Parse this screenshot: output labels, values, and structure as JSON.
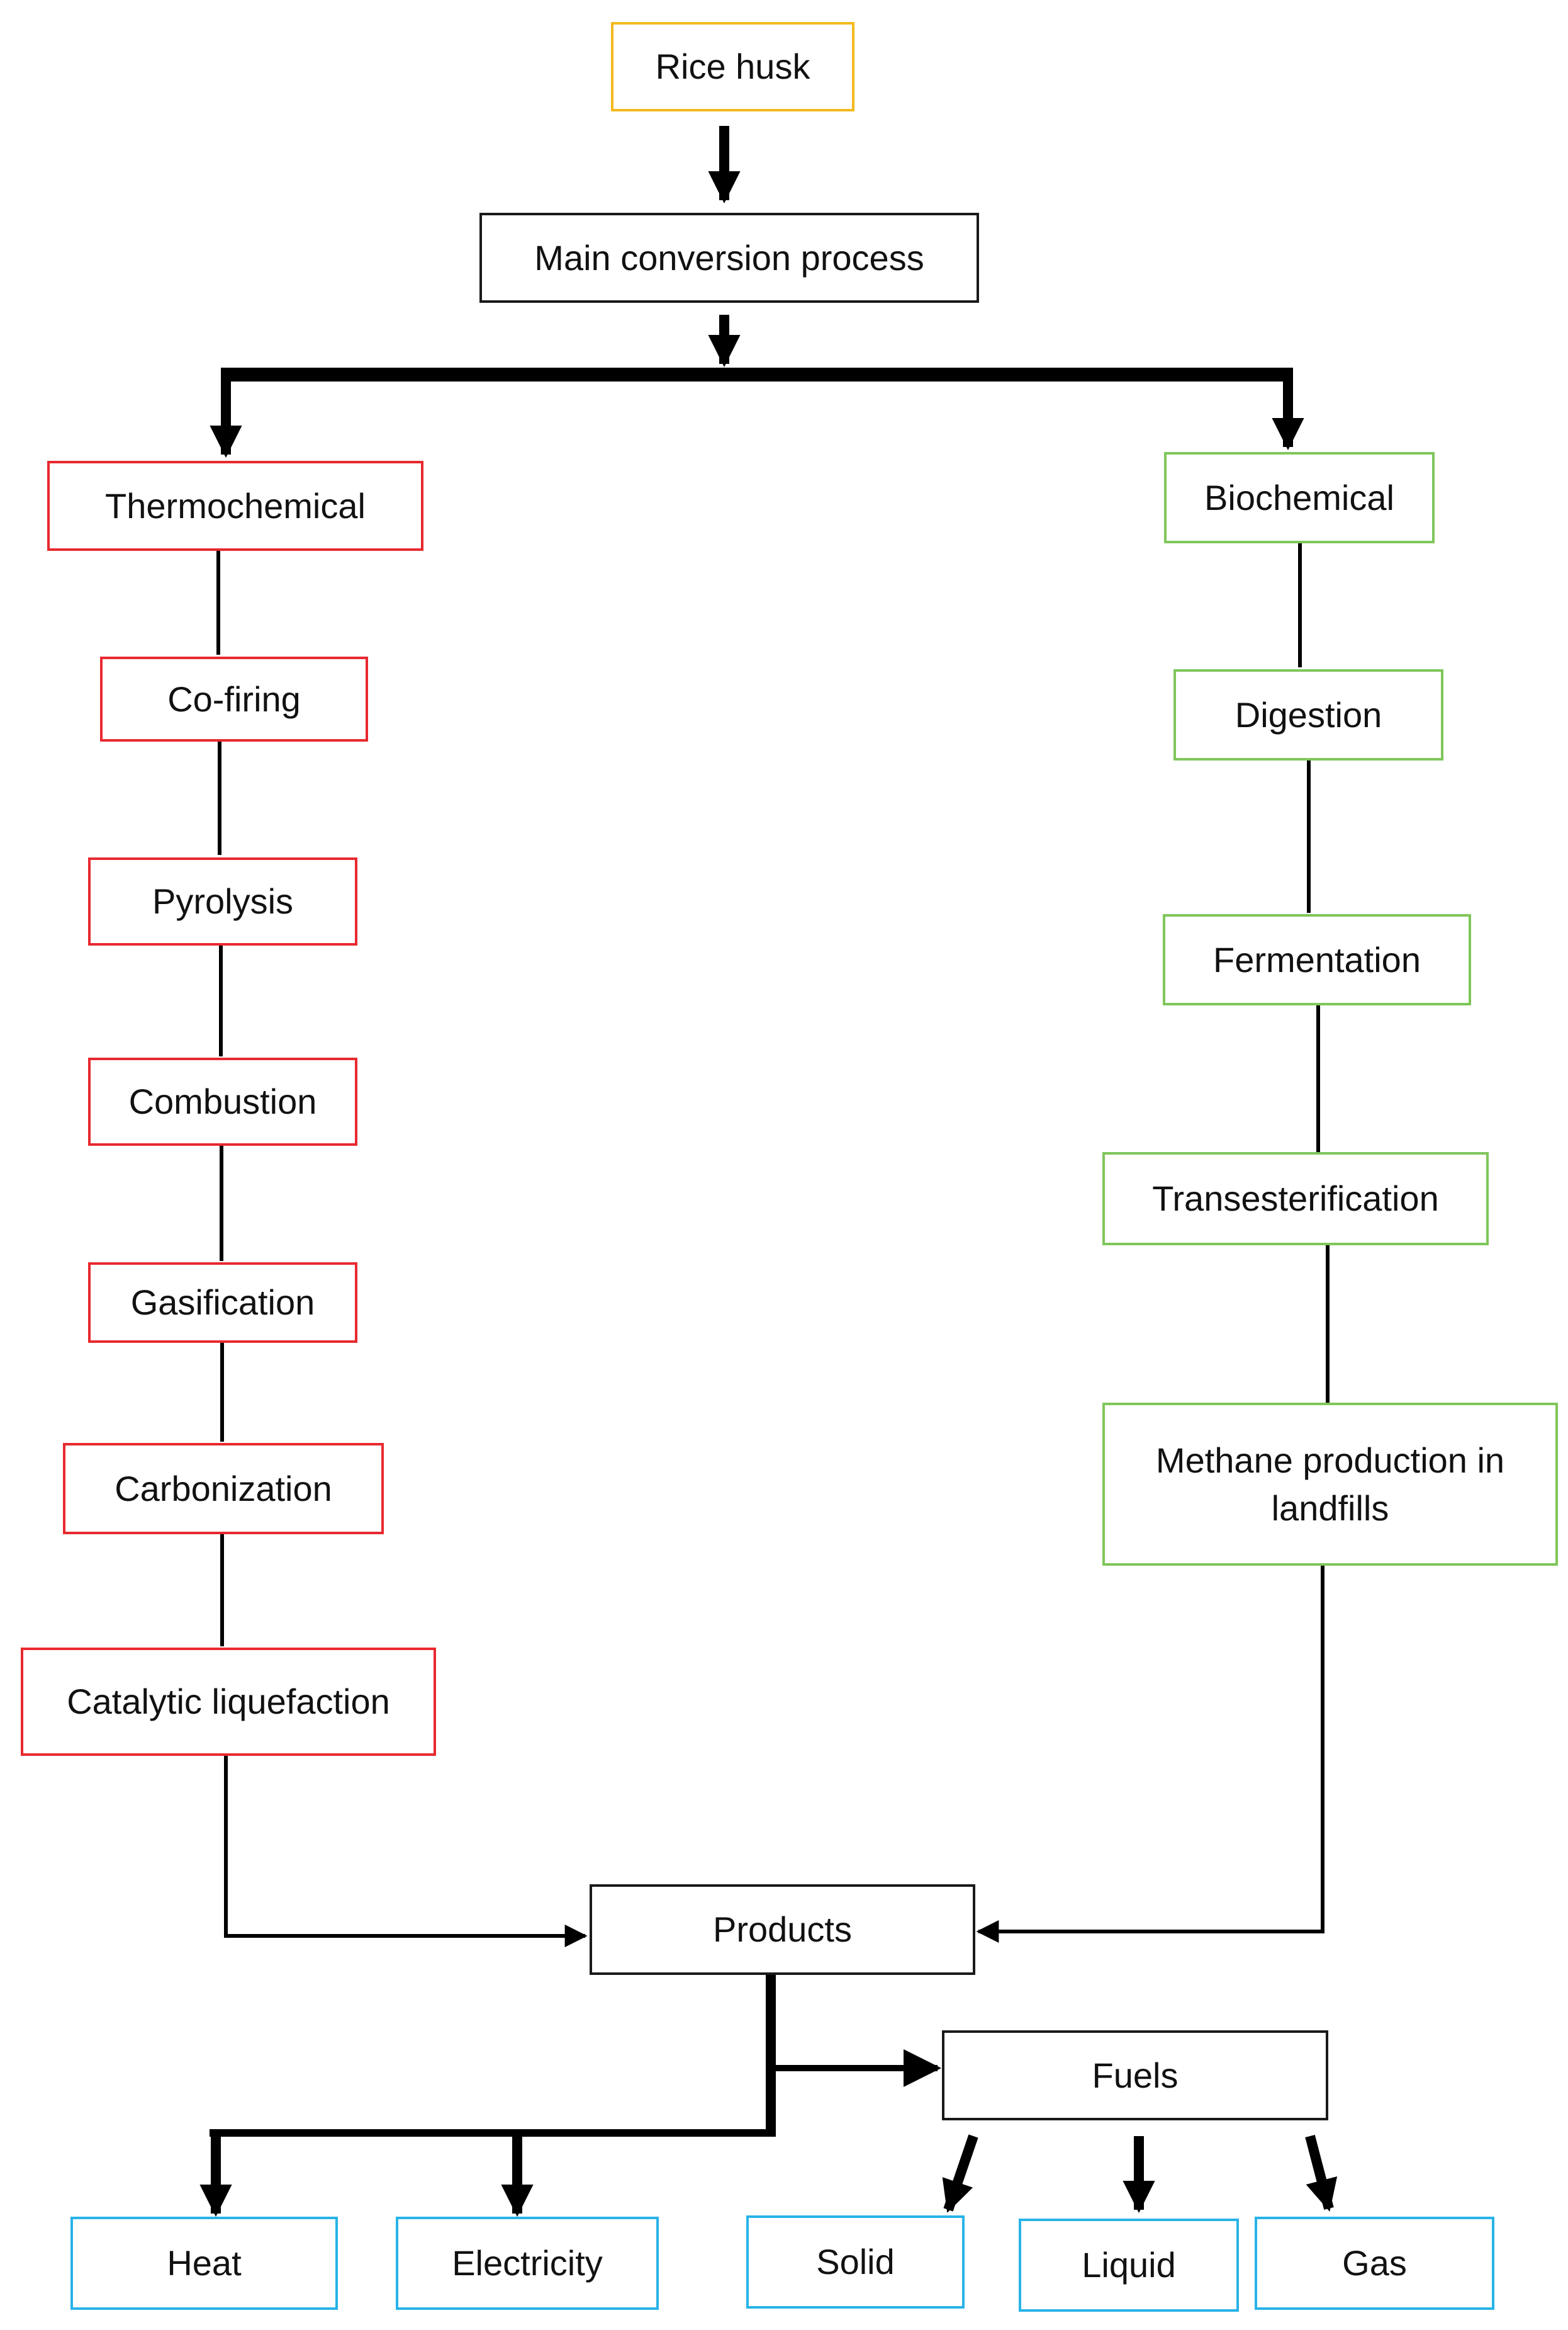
{
  "colors": {
    "source": "#f4b91c",
    "neutral": "#1a1a1a",
    "thermochemical": "#e8292f",
    "biochemical": "#7fc65a",
    "output": "#28b3e8",
    "connector": "#000000"
  },
  "nodes": {
    "rice_husk": "Rice husk",
    "main_process": "Main conversion process",
    "thermochemical": "Thermochemical",
    "biochemical": "Biochemical",
    "co_firing": "Co-firing",
    "pyrolysis": "Pyrolysis",
    "combustion": "Combustion",
    "gasification": "Gasification",
    "carbonization": "Carbonization",
    "catalytic_liquefaction": "Catalytic liquefaction",
    "digestion": "Digestion",
    "fermentation": "Fermentation",
    "transesterification": "Transesterification",
    "methane": "Methane production in landfills",
    "products": "Products",
    "fuels": "Fuels",
    "heat": "Heat",
    "electricity": "Electricity",
    "solid": "Solid",
    "liquid": "Liquid",
    "gas": "Gas"
  }
}
